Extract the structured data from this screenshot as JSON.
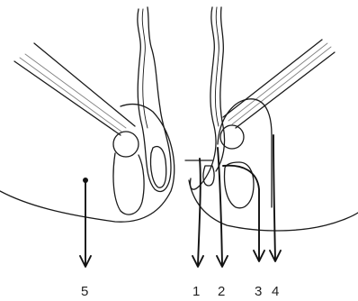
{
  "labels": {
    "l1": "1",
    "l2": "2",
    "l3": "3",
    "l4": "4",
    "l5": "5"
  },
  "colors": {
    "ink": "#1a1a1a",
    "background": "#ffffff"
  }
}
